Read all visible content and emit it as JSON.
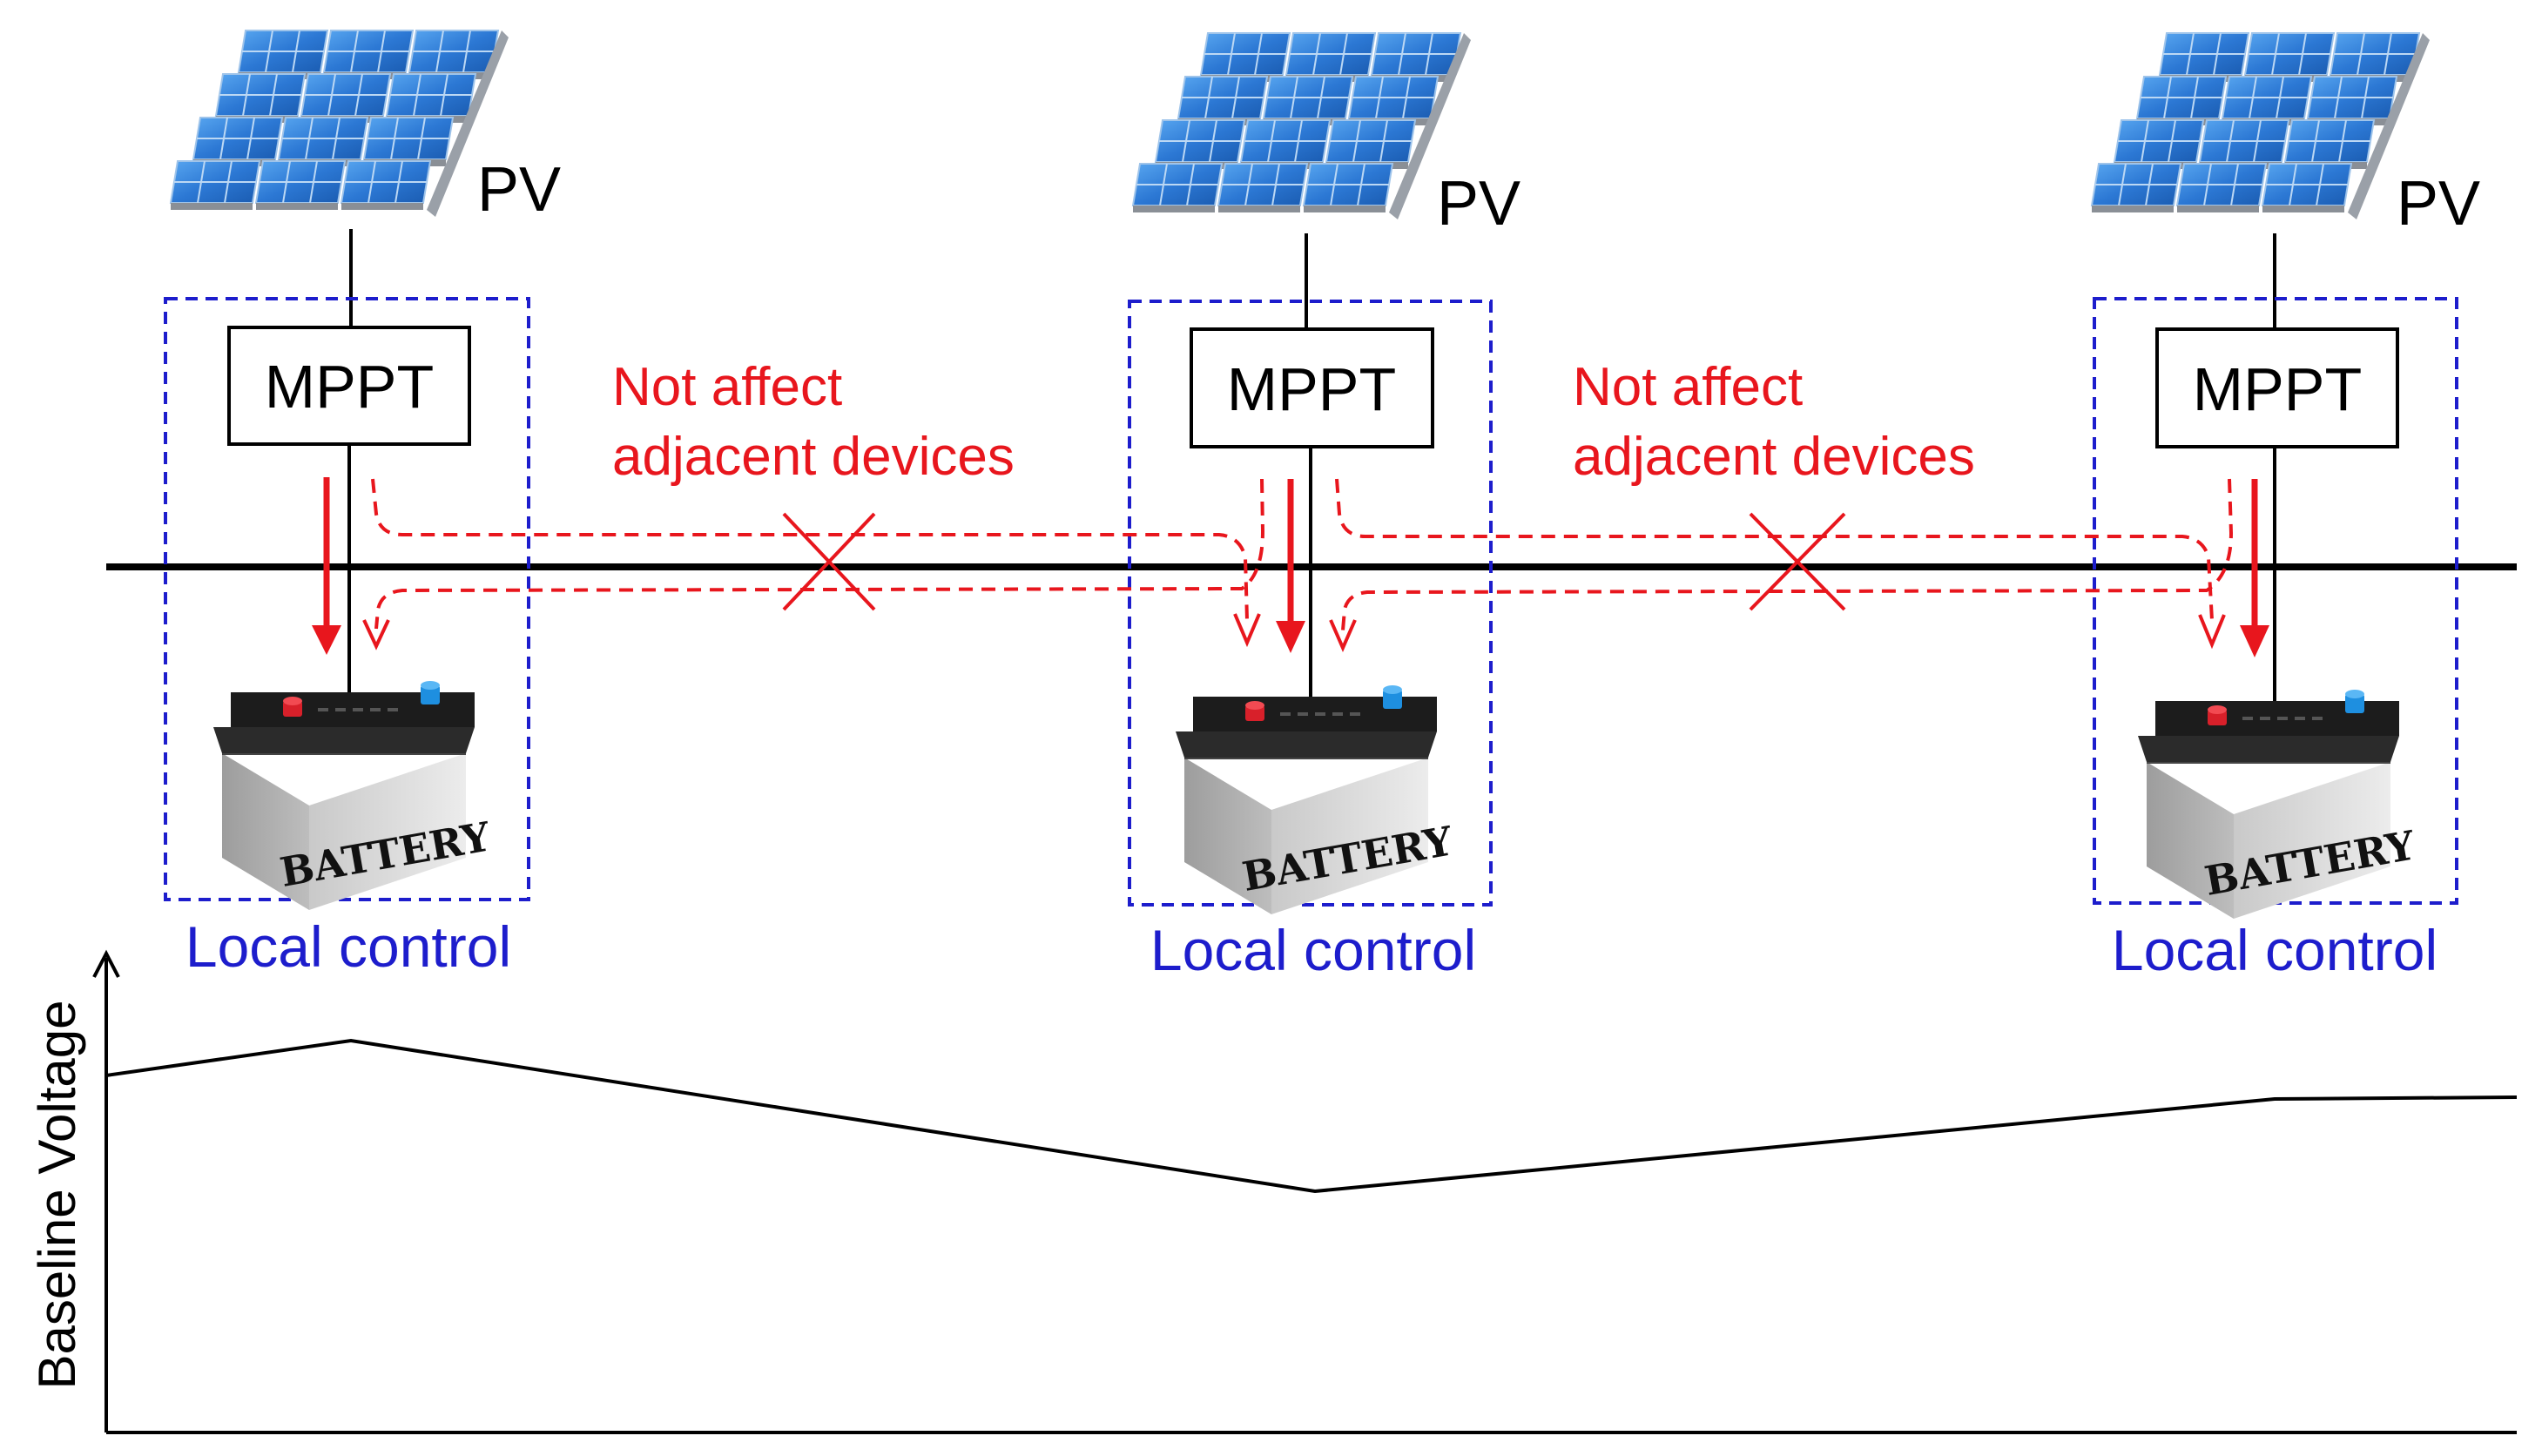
{
  "nodes": [
    {
      "pv_label": "PV",
      "controller_label": "MPPT",
      "group_label": "Local control",
      "battery_label": "BATTERY"
    },
    {
      "pv_label": "PV",
      "controller_label": "MPPT",
      "group_label": "Local control",
      "battery_label": "BATTERY"
    },
    {
      "pv_label": "PV",
      "controller_label": "MPPT",
      "group_label": "Local control",
      "battery_label": "BATTERY"
    }
  ],
  "notes": [
    {
      "line1": "Not affect",
      "line2": "adjacent devices"
    },
    {
      "line1": "Not affect",
      "line2": "adjacent devices"
    }
  ],
  "profile": {
    "ylabel": "Baseline Voltage"
  },
  "colors": {
    "control_boundary": "#1d1dcc",
    "power_flow": "#e8161d",
    "bus_line": "#000000",
    "panel_cell": "#2f7fd8",
    "battery_body": "#e4e4e4",
    "battery_top": "#222222",
    "terminal_positive": "#d8202a",
    "terminal_negative": "#1e8fe0"
  }
}
